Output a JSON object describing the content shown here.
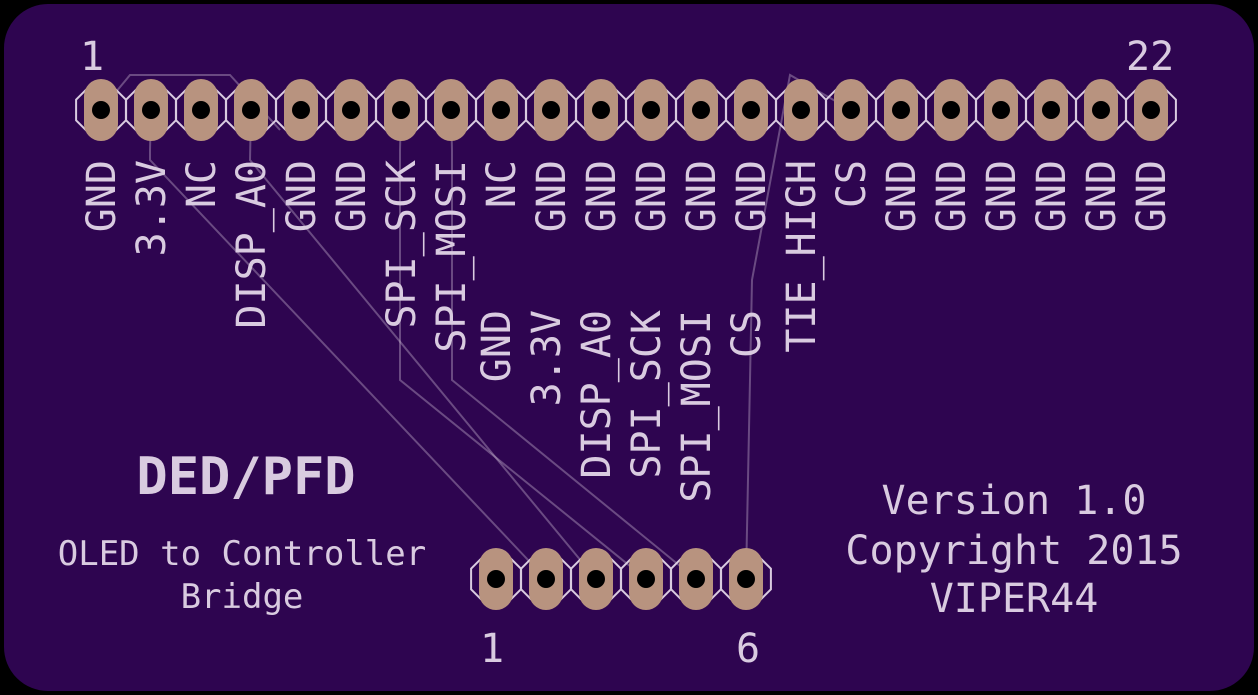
{
  "colors": {
    "board": "#2e0550",
    "outline": "#000000",
    "silkscreen": "#d9cbe0",
    "pad": "#b8937f",
    "trace": "#7a3aa6",
    "drill": "#000000"
  },
  "top_header": {
    "first_pin_label": "1",
    "last_pin_label": "22",
    "pins": [
      "GND",
      "3.3V",
      "NC",
      "DISP_A0",
      "GND",
      "GND",
      "SPI_SCK",
      "SPI_MOSI",
      "NC",
      "GND",
      "GND",
      "GND",
      "GND",
      "GND",
      "TIE_HIGH",
      "CS",
      "GND",
      "GND",
      "GND",
      "GND",
      "GND",
      "GND"
    ]
  },
  "bottom_header": {
    "first_pin_label": "1",
    "last_pin_label": "6",
    "pins": [
      "GND",
      "3.3V",
      "DISP_A0",
      "SPI_SCK",
      "SPI_MOSI",
      "CS"
    ]
  },
  "title": "DED/PFD",
  "subtitle_lines": [
    "OLED to Controller",
    "Bridge"
  ],
  "info_lines": [
    "Version 1.0",
    "Copyright 2015",
    "VIPER44"
  ]
}
